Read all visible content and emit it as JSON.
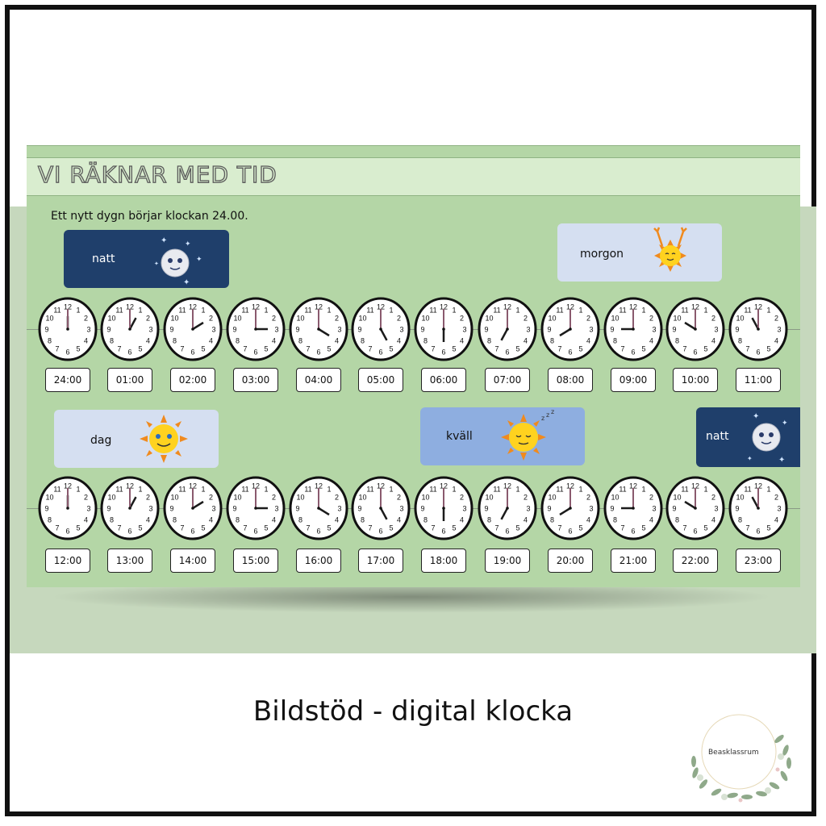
{
  "title": "VI RÄKNAR MED TID",
  "subtitle": "Ett nytt dygn börjar klockan 24.00.",
  "labels": {
    "natt1": "natt",
    "morgon": "morgon",
    "dag": "dag",
    "kvall": "kväll",
    "natt2": "natt"
  },
  "rows": [
    {
      "times": [
        "24:00",
        "01:00",
        "02:00",
        "03:00",
        "04:00",
        "05:00",
        "06:00",
        "07:00",
        "08:00",
        "09:00",
        "10:00",
        "11:00"
      ]
    },
    {
      "times": [
        "12:00",
        "13:00",
        "14:00",
        "15:00",
        "16:00",
        "17:00",
        "18:00",
        "19:00",
        "20:00",
        "21:00",
        "22:00",
        "23:00"
      ]
    }
  ],
  "footer": "Bildstöd - digital klocka",
  "logo_text": "Beasklassrum",
  "colors": {
    "night": "#1f3f6b",
    "morning": "#d5dff1",
    "day": "#d5dff1",
    "evening": "#8eaee0"
  },
  "icons": {
    "moon": "moon-face-icon",
    "sun": "sun-face-icon",
    "sleepy_sun": "sleepy-sun-icon",
    "waking_sun": "waking-sun-icon"
  }
}
